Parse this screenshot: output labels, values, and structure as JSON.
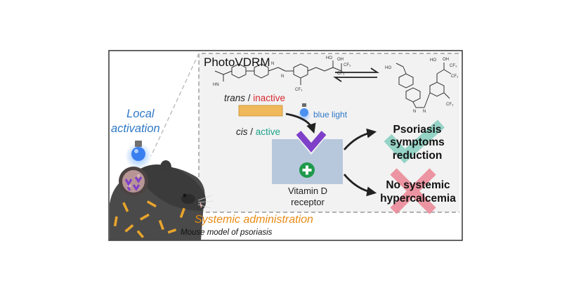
{
  "title": "PhotoVDRM",
  "trans_word": "trans",
  "slash1": " / ",
  "inactive_word": "inactive",
  "cis_word": "cis",
  "slash2": " / ",
  "active_word": "active",
  "blue_light": "blue light",
  "local_activation": [
    "Local",
    "activation"
  ],
  "receptor": [
    "Vitamin D",
    "receptor"
  ],
  "outcome1": [
    "Psoriasis",
    "symptoms",
    "reduction"
  ],
  "outcome2": [
    "No systemic",
    "hypercalcemia"
  ],
  "systemic_administration": "Systemic administration",
  "mouse_model": "Mouse model of psoriasis",
  "molecule_text": {
    "trans": [
      "HO",
      "OH",
      "CF₃",
      "CF₃",
      "HN",
      "N",
      "N",
      "CF₃"
    ],
    "cis": [
      "HO",
      "OH",
      "CF₃",
      "CF₃",
      "N",
      "N",
      "CF₃",
      "HO"
    ]
  },
  "colors": {
    "inactive": "#d7282f",
    "active": "#1fa38a",
    "blue": "#2f79c6",
    "orange": "#e88a14",
    "receptor": "#b8c8dc",
    "plus": "#1f9a4c",
    "tick": "#8ccfc2",
    "cross": "#ec8a99",
    "ligand": "#7e3fc9"
  }
}
